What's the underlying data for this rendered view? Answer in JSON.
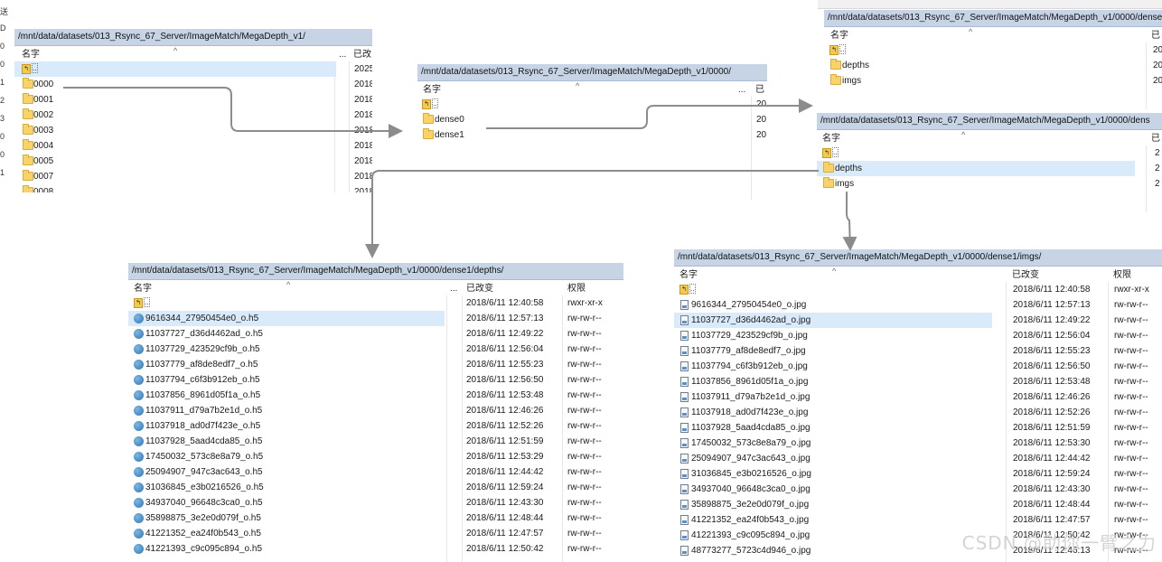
{
  "watermark": "CSDN @助你一臂之力",
  "left_edge_chars": [
    "送",
    "D",
    "0",
    "0",
    "1",
    "2",
    "3",
    "0",
    "0",
    "1"
  ],
  "arrow_color": "#8c8c8c",
  "selected_color": "#d9ebfa",
  "pathbar_color": "#c6d4e6",
  "panel1": {
    "path": "/mnt/data/datasets/013_Rsync_67_Server/ImageMatch/MegaDepth_v1/",
    "col_name": "名字",
    "col_date": "已改",
    "dots": "...",
    "up_row": {
      "label": "..",
      "date": "2025"
    },
    "rows": [
      {
        "name": "0000",
        "date": "2018"
      },
      {
        "name": "0001",
        "date": "2018"
      },
      {
        "name": "0002",
        "date": "2018"
      },
      {
        "name": "0003",
        "date": "2018"
      },
      {
        "name": "0004",
        "date": "2018"
      },
      {
        "name": "0005",
        "date": "2018"
      },
      {
        "name": "0007",
        "date": "2018"
      },
      {
        "name": "0008",
        "date": "2018"
      }
    ]
  },
  "panel2": {
    "path": "/mnt/data/datasets/013_Rsync_67_Server/ImageMatch/MegaDepth_v1/0000/",
    "col_name": "名字",
    "col_date": "已",
    "dots": "...",
    "up_row": {
      "label": "..",
      "date": "20"
    },
    "rows": [
      {
        "name": "dense0",
        "date": "20"
      },
      {
        "name": "dense1",
        "date": "20"
      }
    ]
  },
  "panel3": {
    "path": "/mnt/data/datasets/013_Rsync_67_Server/ImageMatch/MegaDepth_v1/0000/dense",
    "col_name": "名字",
    "col_date": "已",
    "up_row": {
      "label": "..",
      "date": "20"
    },
    "rows": [
      {
        "name": "depths",
        "date": "20"
      },
      {
        "name": "imgs",
        "date": "20"
      }
    ]
  },
  "panel4": {
    "path": "/mnt/data/datasets/013_Rsync_67_Server/ImageMatch/MegaDepth_v1/0000/dens",
    "col_name": "名字",
    "col_date": "已",
    "up_row": {
      "label": "..",
      "date": "2"
    },
    "rows": [
      {
        "name": "depths",
        "date": "2"
      },
      {
        "name": "imgs",
        "date": "2"
      }
    ]
  },
  "panel5": {
    "path": "/mnt/data/datasets/013_Rsync_67_Server/ImageMatch/MegaDepth_v1/0000/dense1/depths/",
    "col_name": "名字",
    "col_date": "已改变",
    "col_perm": "权限",
    "dots": "...",
    "up_row": {
      "label": "..",
      "date": "2018/6/11 12:40:58",
      "perm": "rwxr-xr-x"
    },
    "rows": [
      {
        "name": "9616344_27950454e0_o.h5",
        "date": "2018/6/11 12:57:13",
        "perm": "rw-rw-r--"
      },
      {
        "name": "11037727_d36d4462ad_o.h5",
        "date": "2018/6/11 12:49:22",
        "perm": "rw-rw-r--"
      },
      {
        "name": "11037729_423529cf9b_o.h5",
        "date": "2018/6/11 12:56:04",
        "perm": "rw-rw-r--"
      },
      {
        "name": "11037779_af8de8edf7_o.h5",
        "date": "2018/6/11 12:55:23",
        "perm": "rw-rw-r--"
      },
      {
        "name": "11037794_c6f3b912eb_o.h5",
        "date": "2018/6/11 12:56:50",
        "perm": "rw-rw-r--"
      },
      {
        "name": "11037856_8961d05f1a_o.h5",
        "date": "2018/6/11 12:53:48",
        "perm": "rw-rw-r--"
      },
      {
        "name": "11037911_d79a7b2e1d_o.h5",
        "date": "2018/6/11 12:46:26",
        "perm": "rw-rw-r--"
      },
      {
        "name": "11037918_ad0d7f423e_o.h5",
        "date": "2018/6/11 12:52:26",
        "perm": "rw-rw-r--"
      },
      {
        "name": "11037928_5aad4cda85_o.h5",
        "date": "2018/6/11 12:51:59",
        "perm": "rw-rw-r--"
      },
      {
        "name": "17450032_573c8e8a79_o.h5",
        "date": "2018/6/11 12:53:29",
        "perm": "rw-rw-r--"
      },
      {
        "name": "25094907_947c3ac643_o.h5",
        "date": "2018/6/11 12:44:42",
        "perm": "rw-rw-r--"
      },
      {
        "name": "31036845_e3b0216526_o.h5",
        "date": "2018/6/11 12:59:24",
        "perm": "rw-rw-r--"
      },
      {
        "name": "34937040_96648c3ca0_o.h5",
        "date": "2018/6/11 12:43:30",
        "perm": "rw-rw-r--"
      },
      {
        "name": "35898875_3e2e0d079f_o.h5",
        "date": "2018/6/11 12:48:44",
        "perm": "rw-rw-r--"
      },
      {
        "name": "41221352_ea24f0b543_o.h5",
        "date": "2018/6/11 12:47:57",
        "perm": "rw-rw-r--"
      },
      {
        "name": "41221393_c9c095c894_o.h5",
        "date": "2018/6/11 12:50:42",
        "perm": "rw-rw-r--"
      }
    ]
  },
  "panel6": {
    "path": "/mnt/data/datasets/013_Rsync_67_Server/ImageMatch/MegaDepth_v1/0000/dense1/imgs/",
    "col_name": "名字",
    "col_date": "已改变",
    "col_perm": "权限",
    "up_row": {
      "label": "..",
      "date": "2018/6/11 12:40:58",
      "perm": "rwxr-xr-x"
    },
    "rows": [
      {
        "name": "9616344_27950454e0_o.jpg",
        "date": "2018/6/11 12:57:13",
        "perm": "rw-rw-r--"
      },
      {
        "name": "11037727_d36d4462ad_o.jpg",
        "date": "2018/6/11 12:49:22",
        "perm": "rw-rw-r--"
      },
      {
        "name": "11037729_423529cf9b_o.jpg",
        "date": "2018/6/11 12:56:04",
        "perm": "rw-rw-r--"
      },
      {
        "name": "11037779_af8de8edf7_o.jpg",
        "date": "2018/6/11 12:55:23",
        "perm": "rw-rw-r--"
      },
      {
        "name": "11037794_c6f3b912eb_o.jpg",
        "date": "2018/6/11 12:56:50",
        "perm": "rw-rw-r--"
      },
      {
        "name": "11037856_8961d05f1a_o.jpg",
        "date": "2018/6/11 12:53:48",
        "perm": "rw-rw-r--"
      },
      {
        "name": "11037911_d79a7b2e1d_o.jpg",
        "date": "2018/6/11 12:46:26",
        "perm": "rw-rw-r--"
      },
      {
        "name": "11037918_ad0d7f423e_o.jpg",
        "date": "2018/6/11 12:52:26",
        "perm": "rw-rw-r--"
      },
      {
        "name": "11037928_5aad4cda85_o.jpg",
        "date": "2018/6/11 12:51:59",
        "perm": "rw-rw-r--"
      },
      {
        "name": "17450032_573c8e8a79_o.jpg",
        "date": "2018/6/11 12:53:30",
        "perm": "rw-rw-r--"
      },
      {
        "name": "25094907_947c3ac643_o.jpg",
        "date": "2018/6/11 12:44:42",
        "perm": "rw-rw-r--"
      },
      {
        "name": "31036845_e3b0216526_o.jpg",
        "date": "2018/6/11 12:59:24",
        "perm": "rw-rw-r--"
      },
      {
        "name": "34937040_96648c3ca0_o.jpg",
        "date": "2018/6/11 12:43:30",
        "perm": "rw-rw-r--"
      },
      {
        "name": "35898875_3e2e0d079f_o.jpg",
        "date": "2018/6/11 12:48:44",
        "perm": "rw-rw-r--"
      },
      {
        "name": "41221352_ea24f0b543_o.jpg",
        "date": "2018/6/11 12:47:57",
        "perm": "rw-rw-r--"
      },
      {
        "name": "41221393_c9c095c894_o.jpg",
        "date": "2018/6/11 12:50:42",
        "perm": "rw-rw-r--"
      },
      {
        "name": "48773277_5723c4d946_o.jpg",
        "date": "2018/6/11 12:46:13",
        "perm": "rw-rw-r--"
      }
    ]
  }
}
